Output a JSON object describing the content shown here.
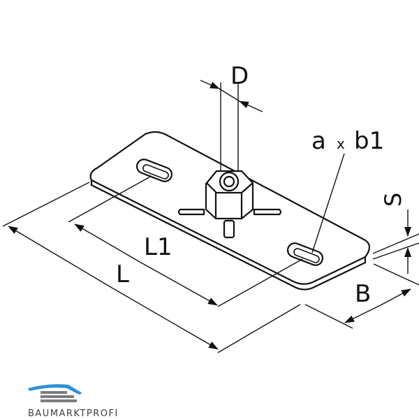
{
  "labels": {
    "D": "D",
    "a": "a",
    "x": "x",
    "b1": "b1",
    "S": "S",
    "B": "B",
    "L1": "L1",
    "L": "L"
  },
  "logo": {
    "text": "BAUMARKTPROFI",
    "accent_color": "#2f8fd6",
    "text_color": "#3d3d3d"
  }
}
